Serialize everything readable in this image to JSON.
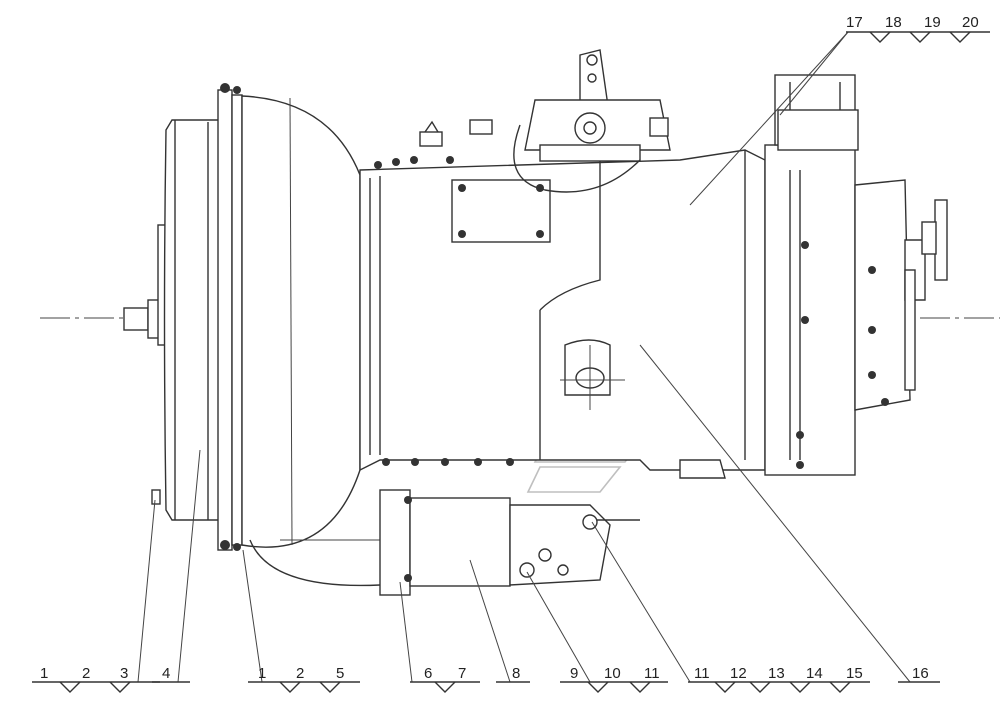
{
  "callouts": {
    "group_a": [
      "1",
      "2",
      "3"
    ],
    "item_4": "4",
    "group_b": [
      "1",
      "2",
      "5"
    ],
    "group_c": [
      "6",
      "7"
    ],
    "item_8": "8",
    "group_d": [
      "9",
      "10",
      "11"
    ],
    "group_e": [
      "11",
      "12",
      "13",
      "14",
      "15"
    ],
    "item_16": "16",
    "group_top": [
      "17",
      "18",
      "19",
      "20"
    ]
  }
}
